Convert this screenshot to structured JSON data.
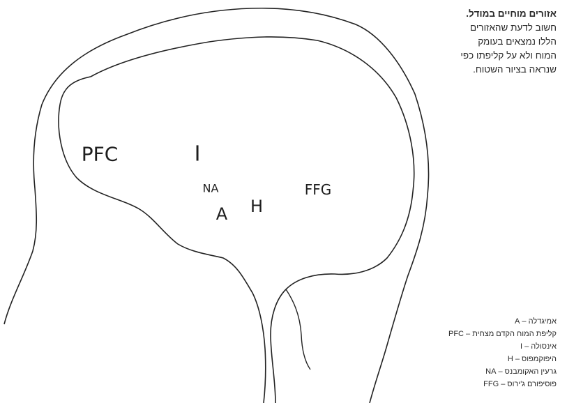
{
  "diagram": {
    "regions": {
      "pfc": "PFC",
      "i": "I",
      "na": "NA",
      "a": "A",
      "h": "H",
      "ffg": "FFG"
    },
    "caption": {
      "title": "אזורים מוחיים במודל.",
      "lines": [
        "חשוב לדעת שהאזורים",
        "הללו נמצאים בעומק",
        "המוח ולא על קליפתו כפי",
        "שנראה בציור השטוח."
      ]
    },
    "legend": [
      {
        "abbr": "A",
        "name": "אמיגדלה"
      },
      {
        "abbr": "PFC",
        "name": "קליפת המוח הקדם מצחית"
      },
      {
        "abbr": "I",
        "name": "אינסולה"
      },
      {
        "abbr": "H",
        "name": "היפוקמפוס"
      },
      {
        "abbr": "NA",
        "name": "גרעין האקומבנס"
      },
      {
        "abbr": "FFG",
        "name": "פוסיפורם ג'ירוס"
      }
    ]
  }
}
